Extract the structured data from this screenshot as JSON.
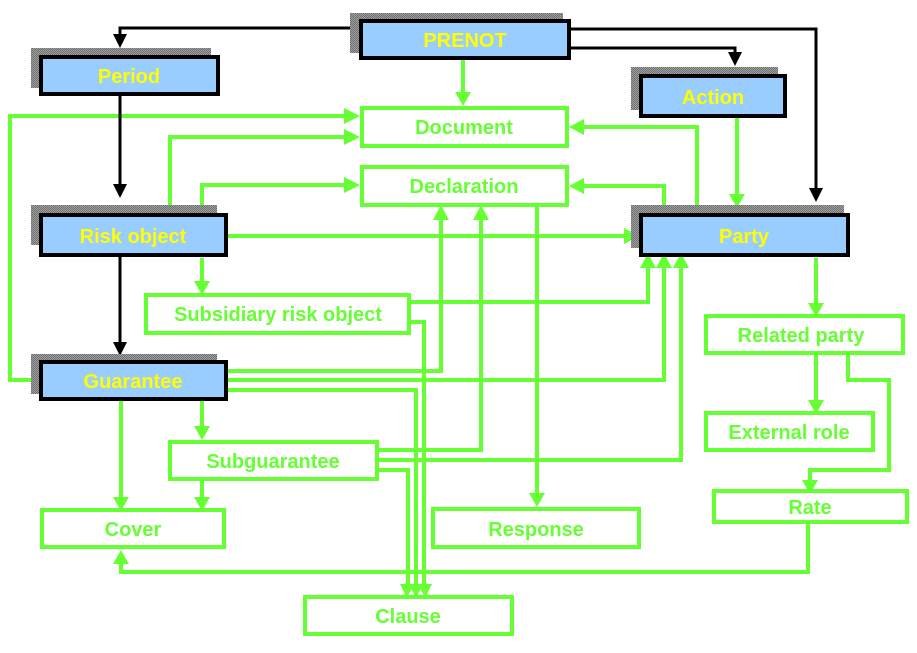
{
  "diagram": {
    "colors": {
      "background": "#ffffff",
      "entity_fill": "#99ccff",
      "entity_border": "#000000",
      "entity_text": "#ffff00",
      "shadow": "#8a8a8a",
      "green": "#66ff33",
      "black": "#000000"
    },
    "nodes": {
      "prenot": {
        "label": "PRENOT",
        "kind": "entity"
      },
      "period": {
        "label": "Period",
        "kind": "entity"
      },
      "action": {
        "label": "Action",
        "kind": "entity"
      },
      "risk_object": {
        "label": "Risk object",
        "kind": "entity"
      },
      "party": {
        "label": "Party",
        "kind": "entity"
      },
      "guarantee": {
        "label": "Guarantee",
        "kind": "entity"
      },
      "document": {
        "label": "Document",
        "kind": "detail"
      },
      "declaration": {
        "label": "Declaration",
        "kind": "detail"
      },
      "subsidiary_risk_object": {
        "label": "Subsidiary risk object",
        "kind": "detail"
      },
      "related_party": {
        "label": "Related party",
        "kind": "detail"
      },
      "external_role": {
        "label": "External role",
        "kind": "detail"
      },
      "subguarantee": {
        "label": "Subguarantee",
        "kind": "detail"
      },
      "cover": {
        "label": "Cover",
        "kind": "detail"
      },
      "response": {
        "label": "Response",
        "kind": "detail"
      },
      "rate": {
        "label": "Rate",
        "kind": "detail"
      },
      "clause": {
        "label": "Clause",
        "kind": "detail"
      }
    },
    "edges": [
      {
        "from": "prenot",
        "to": "period",
        "style": "black"
      },
      {
        "from": "prenot",
        "to": "action",
        "style": "black"
      },
      {
        "from": "prenot",
        "to": "party",
        "style": "black"
      },
      {
        "from": "period",
        "to": "risk_object",
        "style": "black"
      },
      {
        "from": "risk_object",
        "to": "guarantee",
        "style": "black"
      },
      {
        "from": "prenot",
        "to": "document",
        "style": "green"
      },
      {
        "from": "guarantee",
        "to": "document",
        "style": "green"
      },
      {
        "from": "risk_object",
        "to": "document",
        "style": "green"
      },
      {
        "from": "party",
        "to": "document",
        "style": "green"
      },
      {
        "from": "risk_object",
        "to": "declaration",
        "style": "green"
      },
      {
        "from": "party",
        "to": "declaration",
        "style": "green"
      },
      {
        "from": "guarantee",
        "to": "declaration",
        "style": "green"
      },
      {
        "from": "subguarantee",
        "to": "declaration",
        "style": "green"
      },
      {
        "from": "declaration",
        "to": "response",
        "style": "green"
      },
      {
        "from": "action",
        "to": "party",
        "style": "green"
      },
      {
        "from": "risk_object",
        "to": "party",
        "style": "green"
      },
      {
        "from": "subsidiary_risk_object",
        "to": "party",
        "style": "green"
      },
      {
        "from": "guarantee",
        "to": "party",
        "style": "green"
      },
      {
        "from": "subguarantee",
        "to": "party",
        "style": "green"
      },
      {
        "from": "risk_object",
        "to": "subsidiary_risk_object",
        "style": "green"
      },
      {
        "from": "guarantee",
        "to": "subguarantee",
        "style": "green"
      },
      {
        "from": "guarantee",
        "to": "cover",
        "style": "green"
      },
      {
        "from": "subguarantee",
        "to": "cover",
        "style": "green"
      },
      {
        "from": "party",
        "to": "related_party",
        "style": "green"
      },
      {
        "from": "related_party",
        "to": "external_role",
        "style": "green"
      },
      {
        "from": "related_party",
        "to": "rate",
        "style": "green"
      },
      {
        "from": "rate",
        "to": "cover",
        "style": "green"
      },
      {
        "from": "subsidiary_risk_object",
        "to": "clause",
        "style": "green"
      },
      {
        "from": "guarantee",
        "to": "clause",
        "style": "green"
      },
      {
        "from": "subguarantee",
        "to": "clause",
        "style": "green"
      }
    ]
  }
}
